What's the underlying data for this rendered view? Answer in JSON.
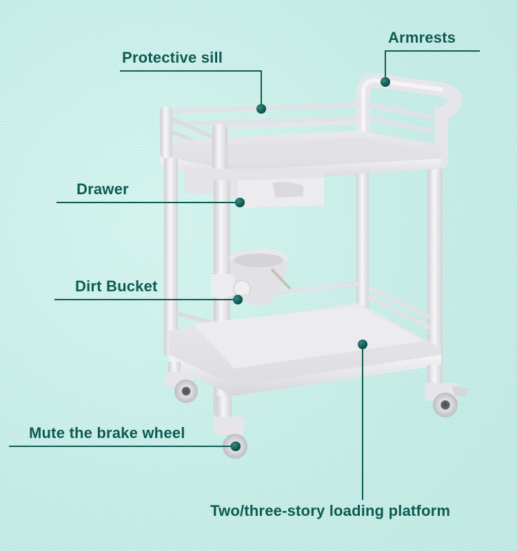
{
  "diagram": {
    "subject": "Medical trolley cart",
    "accent_color": "#0e5a52",
    "background_color": "#c9f0ea",
    "callouts": [
      {
        "id": "protective-sill",
        "label": "Protective sill"
      },
      {
        "id": "armrests",
        "label": "Armrests"
      },
      {
        "id": "drawer",
        "label": "Drawer"
      },
      {
        "id": "dirt-bucket",
        "label": "Dirt Bucket"
      },
      {
        "id": "brake-wheel",
        "label": "Mute the brake wheel"
      },
      {
        "id": "loading-platform",
        "label": "Two/three-story loading platform"
      }
    ]
  }
}
